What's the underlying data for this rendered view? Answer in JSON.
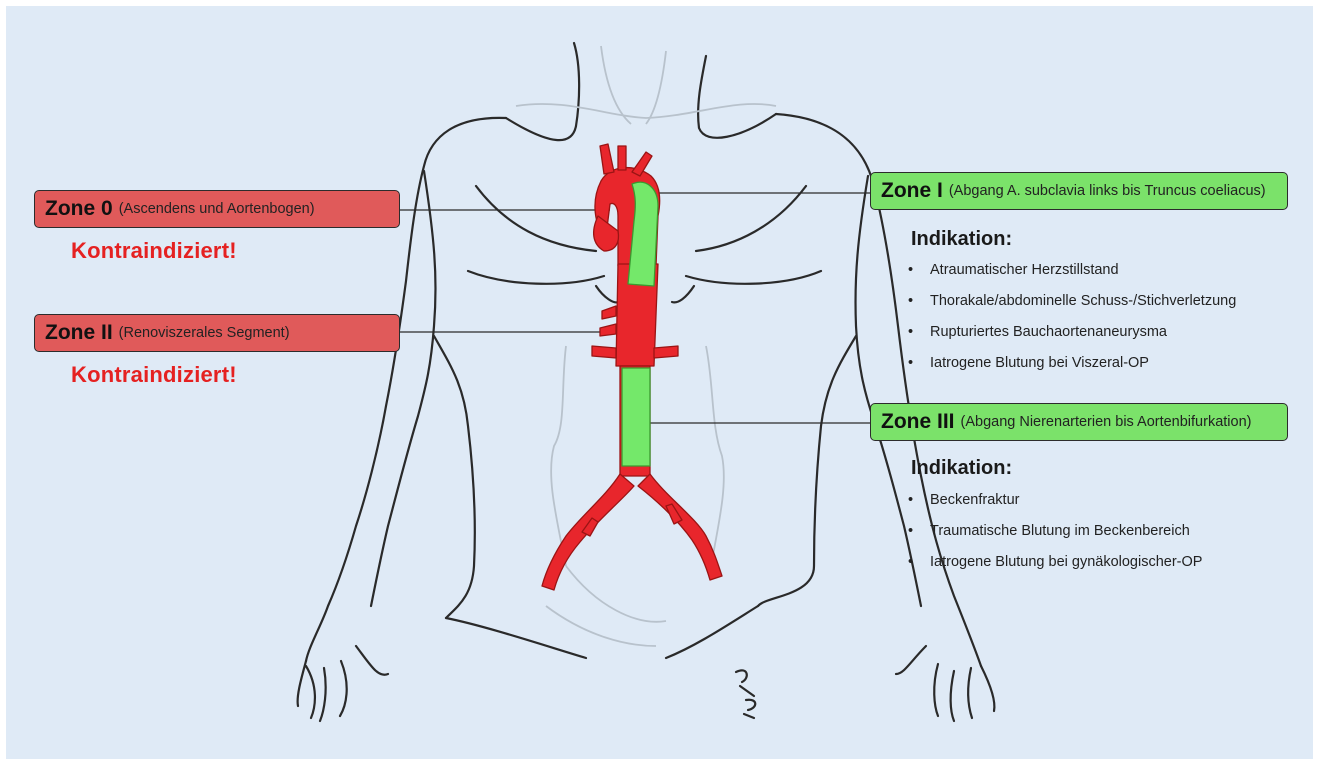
{
  "zones": [
    {
      "name": "Zone 0",
      "desc": "(Ascendens und Aortenbogen)",
      "color": "#e05a5a"
    },
    {
      "name": "Zone II",
      "desc": "(Renoviszerales Segment)",
      "color": "#e05a5a"
    },
    {
      "name": "Zone I",
      "desc": "(Abgang A. subclavia links bis Truncus coeliacus)",
      "color": "#7be26a"
    },
    {
      "name": "Zone III",
      "desc": "(Abgang Nierenarterien bis Aortenbifurkation)",
      "color": "#7be26a"
    }
  ],
  "warnings": {
    "zone0": "Kontraindiziert!",
    "zone2": "Kontraindiziert!"
  },
  "indications": {
    "zone1": {
      "title": "Indikation:",
      "items": [
        "Atraumatischer Herzstillstand",
        "Thorakale/abdominelle Schuss-/Stichverletzung",
        "Rupturiertes Bauchaortenaneurysma",
        "Iatrogene Blutung bei Viszeral-OP"
      ]
    },
    "zone3": {
      "title": "Indikation:",
      "items": [
        "Beckenfraktur",
        "Traumatische Blutung im Beckenbereich",
        "Iatrogene Blutung bei gynäkologischer-OP"
      ]
    }
  },
  "colors": {
    "background": "#dfeaf6",
    "aorta": "#e8262c",
    "occlusion_zone": "#74e86a",
    "contraindicated": "#e05a5a",
    "warning_text": "#e52121"
  },
  "bullet": "•"
}
